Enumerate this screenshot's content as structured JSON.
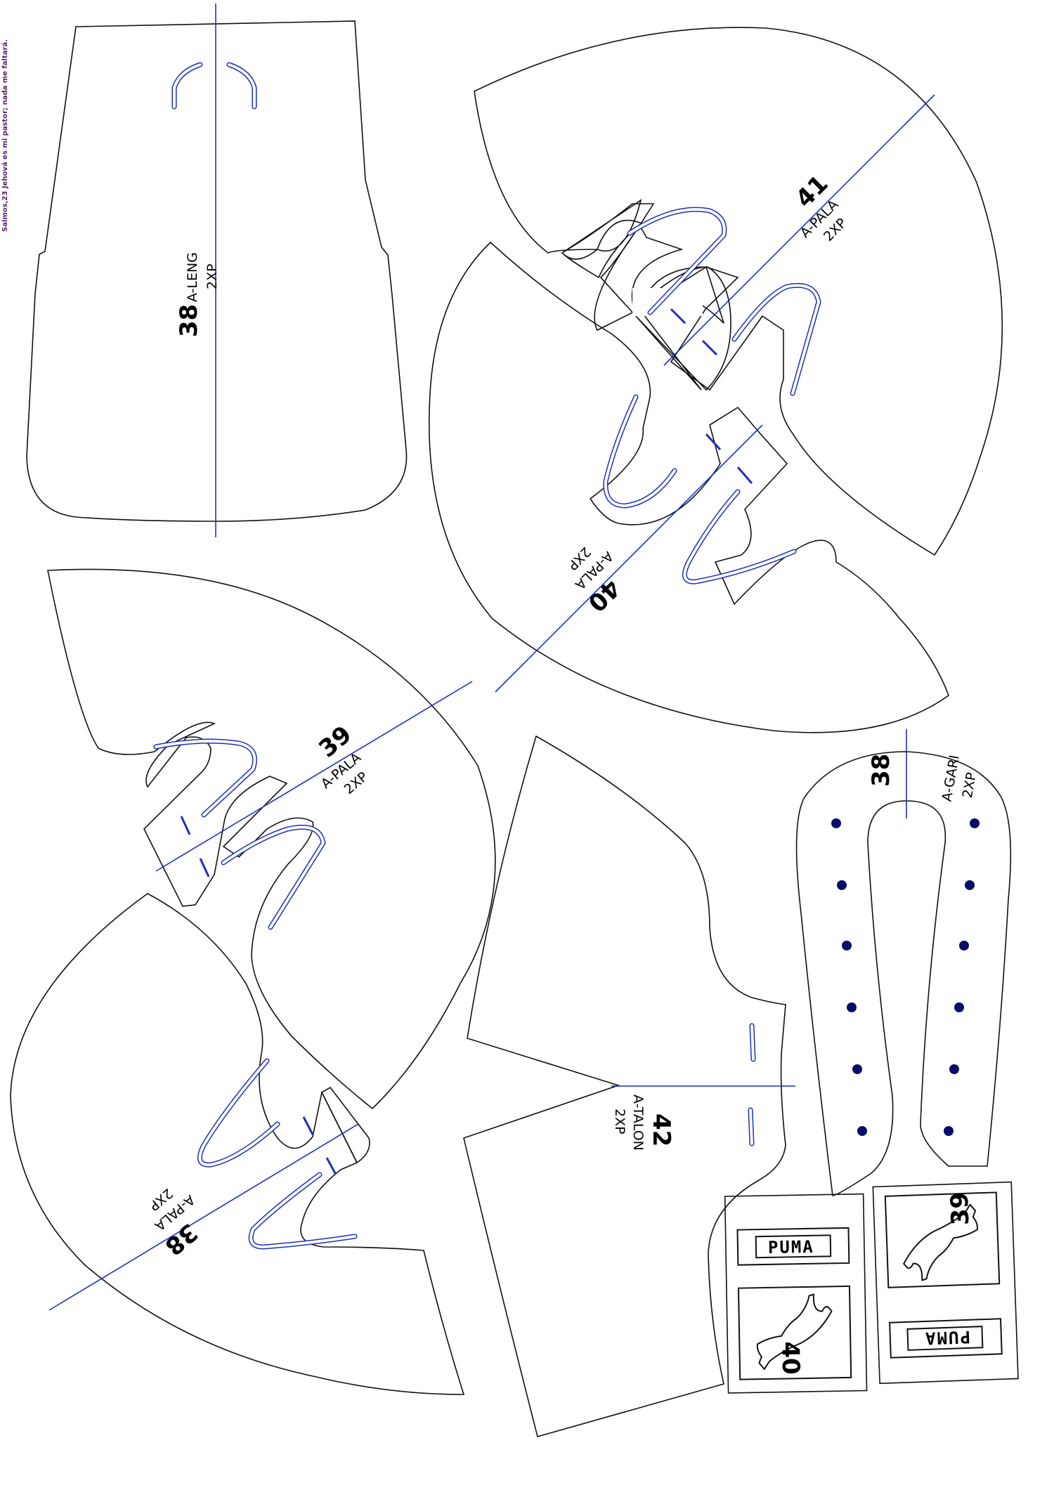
{
  "sheet": {
    "caption": "Salmos,23 Jehová es mi pastor; nada me faltará.",
    "colors": {
      "outline": "#111111",
      "guide": "#1f2fbf",
      "hole": "#0a0a6a",
      "caption": "#5a1e6e"
    }
  },
  "pieces": {
    "leng": {
      "size": "38",
      "name": "A-LENG",
      "qty": "2XP"
    },
    "pala41": {
      "size": "41",
      "name": "A-PALA",
      "qty": "2XP"
    },
    "pala40": {
      "size": "40",
      "name": "A-PALA",
      "qty": "2XP"
    },
    "pala39": {
      "size": "39",
      "name": "A-PALA",
      "qty": "2XP"
    },
    "pala38": {
      "size": "38",
      "name": "A-PALA",
      "qty": "2XP"
    },
    "talon": {
      "size": "42",
      "name": "A-TALON",
      "qty": "2XP"
    },
    "gari": {
      "size": "38",
      "name": "A-GARI",
      "qty": "2XP"
    }
  },
  "labels": [
    {
      "brand": "PUMA",
      "size": "40",
      "icon": "puma-cat-logo-icon"
    },
    {
      "brand": "PUMA",
      "size": "39",
      "icon": "puma-cat-logo-icon"
    }
  ]
}
